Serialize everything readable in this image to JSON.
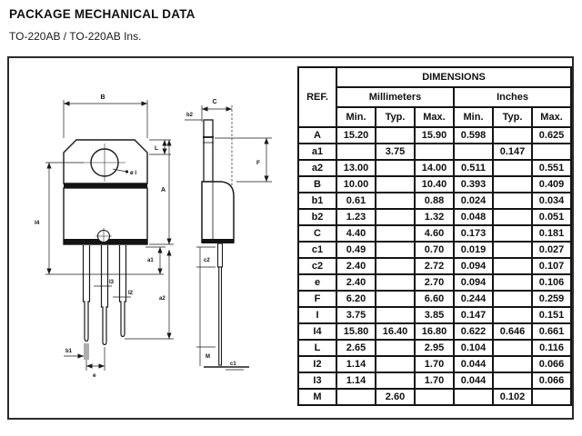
{
  "page": {
    "title": "PACKAGE MECHANICAL DATA",
    "subtitle": "TO-220AB / TO-220AB Ins."
  },
  "table": {
    "header": {
      "ref": "REF.",
      "dimensions": "DIMENSIONS",
      "millimeters": "Millimeters",
      "inches": "Inches",
      "min": "Min.",
      "typ": "Typ.",
      "max": "Max."
    },
    "rows": [
      {
        "ref": "A",
        "values": [
          "15.20",
          "",
          "15.90",
          "0.598",
          "",
          "0.625"
        ]
      },
      {
        "ref": "a1",
        "values": [
          "",
          "3.75",
          "",
          "",
          "0.147",
          ""
        ]
      },
      {
        "ref": "a2",
        "values": [
          "13.00",
          "",
          "14.00",
          "0.511",
          "",
          "0.551"
        ]
      },
      {
        "ref": "B",
        "values": [
          "10.00",
          "",
          "10.40",
          "0.393",
          "",
          "0.409"
        ]
      },
      {
        "ref": "b1",
        "values": [
          "0.61",
          "",
          "0.88",
          "0.024",
          "",
          "0.034"
        ]
      },
      {
        "ref": "b2",
        "values": [
          "1.23",
          "",
          "1.32",
          "0.048",
          "",
          "0.051"
        ]
      },
      {
        "ref": "C",
        "values": [
          "4.40",
          "",
          "4.60",
          "0.173",
          "",
          "0.181"
        ]
      },
      {
        "ref": "c1",
        "values": [
          "0.49",
          "",
          "0.70",
          "0.019",
          "",
          "0.027"
        ]
      },
      {
        "ref": "c2",
        "values": [
          "2.40",
          "",
          "2.72",
          "0.094",
          "",
          "0.107"
        ]
      },
      {
        "ref": "e",
        "values": [
          "2.40",
          "",
          "2.70",
          "0.094",
          "",
          "0.106"
        ]
      },
      {
        "ref": "F",
        "values": [
          "6.20",
          "",
          "6.60",
          "0.244",
          "",
          "0.259"
        ]
      },
      {
        "ref": "I",
        "values": [
          "3.75",
          "",
          "3.85",
          "0.147",
          "",
          "0.151"
        ]
      },
      {
        "ref": "I4",
        "values": [
          "15.80",
          "16.40",
          "16.80",
          "0.622",
          "0.646",
          "0.661"
        ]
      },
      {
        "ref": "L",
        "values": [
          "2.65",
          "",
          "2.95",
          "0.104",
          "",
          "0.116"
        ]
      },
      {
        "ref": "I2",
        "values": [
          "1.14",
          "",
          "1.70",
          "0.044",
          "",
          "0.066"
        ]
      },
      {
        "ref": "I3",
        "values": [
          "1.14",
          "",
          "1.70",
          "0.044",
          "",
          "0.066"
        ]
      },
      {
        "ref": "M",
        "values": [
          "",
          "2.60",
          "",
          "",
          "0.102",
          ""
        ]
      }
    ]
  },
  "drawing": {
    "labels": {
      "b": "B",
      "l": "L",
      "a": "A",
      "dia": "ø I",
      "i4": "I4",
      "a1": "a1",
      "a2": "a2",
      "i3": "I3",
      "i2": "I2",
      "b1": "b1",
      "e": "e",
      "c": "C",
      "b2": "b2",
      "f": "F",
      "c2": "c2",
      "m": "M",
      "c1": "c1"
    },
    "line_color": "#1a1a1a"
  }
}
